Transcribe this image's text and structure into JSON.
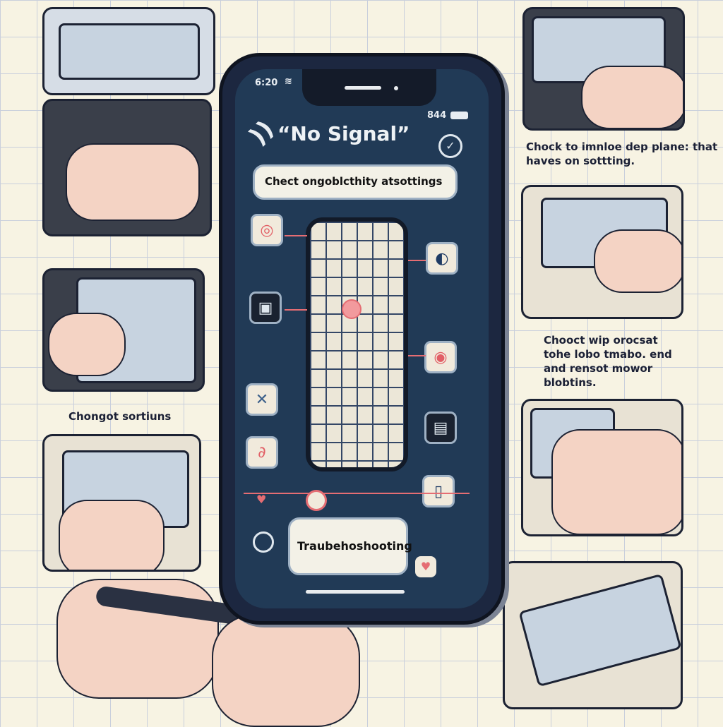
{
  "phone": {
    "status_time": "6:20",
    "status_right": "844",
    "title": "“No Signal”",
    "banner": "Chect ongoblcthity atsottings",
    "bottom_button": "Traubehoshooting"
  },
  "captions": {
    "right_top": "Chock to imnloe dep plane: that haves on sottting.",
    "right_middle": "Chooct wip orocsat tohe lobo tmabo. end and rensot mowor blobtins.",
    "left": "Chongot sortiuns"
  },
  "colors": {
    "screen": "#213a56",
    "accent": "#e56d73",
    "background": "#f7f3e3"
  },
  "icons": [
    "wifi-icon",
    "check-circle-icon",
    "battery-icon",
    "heart-icon"
  ]
}
